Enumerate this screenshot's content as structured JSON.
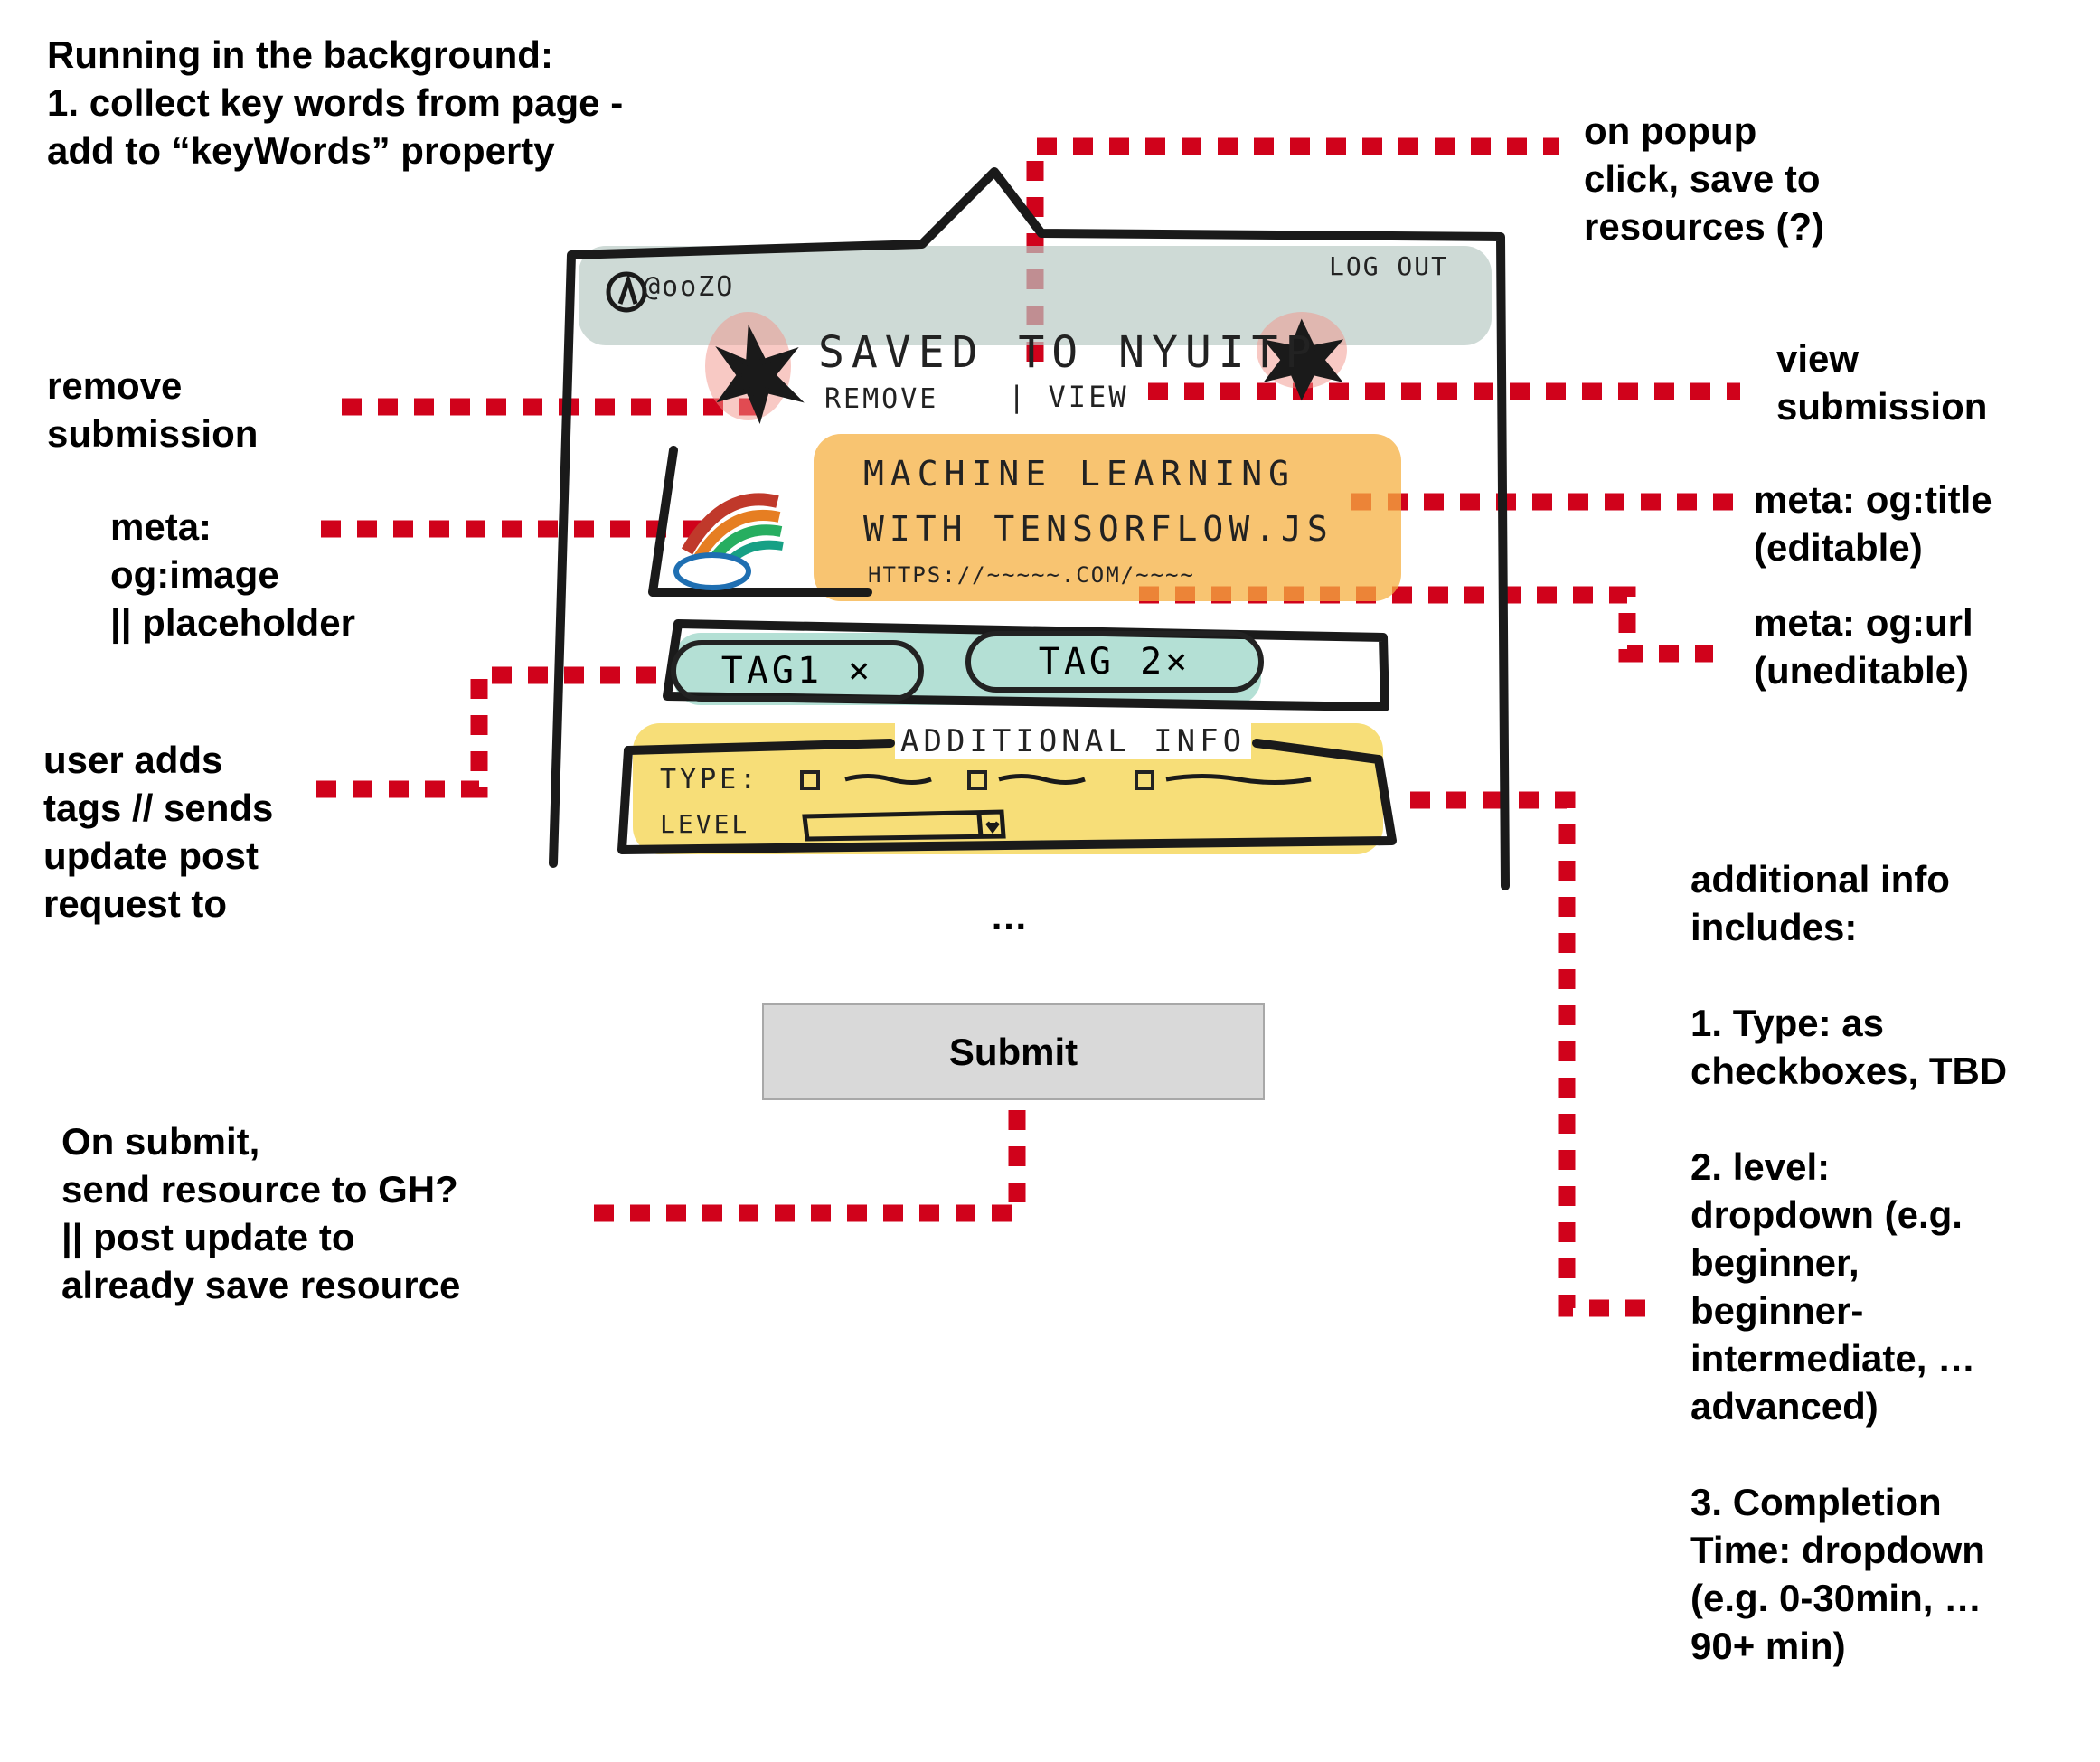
{
  "colors": {
    "connector": "#d0021b",
    "header_wash": "#b9cac4",
    "title_wash": "#f5b041",
    "tag_wash": "#76c7b3",
    "info_wash": "#f4d03f",
    "submit_bg": "#d9d9d9"
  },
  "annotations": {
    "background": "Running in the background:\n1. collect key words from page -\nadd to “keyWords” property",
    "popup_click": "on popup\nclick, save to\nresources (?)",
    "remove": "remove\nsubmission",
    "view": "view\nsubmission",
    "og_image": "meta:\nog:image\n|| placeholder",
    "og_title": "meta: og:title\n(editable)",
    "og_url": "meta: og:url\n(uneditable)",
    "tags": "user adds\ntags // sends\nupdate post\nrequest to",
    "additional": "additional info\nincludes:\n\n1. Type: as\ncheckboxes, TBD\n\n2. level:\ndropdown (e.g.\nbeginner,\nbeginner-\nintermediate, …\nadvanced)\n\n3. Completion\nTime: dropdown\n(e.g. 0-30min, …\n90+ min)",
    "on_submit": "On submit,\nsend resource to GH?\n|| post update to\nalready save resource"
  },
  "popup": {
    "logo": "@ooZO",
    "logout": "LOG OUT",
    "saved": "SAVED TO NYUITP",
    "remove": "REMOVE",
    "view": "| VIEW",
    "title_line1": "MACHINE LEARNING",
    "title_line2": "WITH TENSORFLOW.JS",
    "url": "HTTPS://~~~~~.COM/~~~~",
    "tag1": "TAG1 ×",
    "tag2": "TAG 2×",
    "additional_label": "ADDITIONAL INFO",
    "type_label": "TYPE:",
    "level_label": "LEVEL",
    "icons": [
      "logo-icon",
      "starburst-icon",
      "rainbow-cloud-icon",
      "checkbox-icon",
      "dropdown-arrow-icon"
    ]
  },
  "ellipsis": "…",
  "submit_label": "Submit"
}
